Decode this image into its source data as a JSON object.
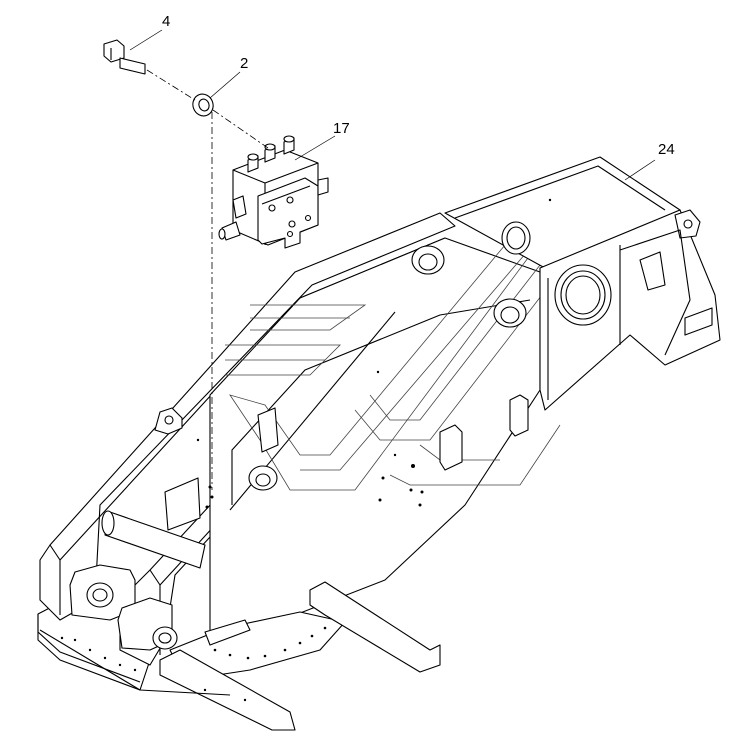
{
  "callouts": {
    "bolt": "4",
    "washer": "2",
    "valve_block": "17",
    "frame": "24"
  }
}
